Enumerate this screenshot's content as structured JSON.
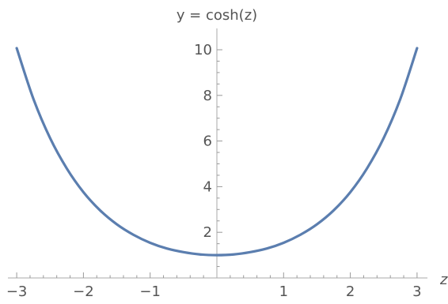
{
  "chart_data": {
    "type": "line",
    "title": "",
    "xlabel": "z",
    "ylabel": "y = cosh(z)",
    "xlim": [
      -3.05,
      3.05
    ],
    "ylim": [
      0,
      10.5
    ],
    "x_ticks": [
      -3,
      -2,
      -1,
      1,
      2,
      3
    ],
    "x_tick_labels": [
      "−3",
      "−2",
      "−1",
      "1",
      "2",
      "3"
    ],
    "y_ticks": [
      2,
      4,
      6,
      8,
      10
    ],
    "y_tick_labels": [
      "2",
      "4",
      "6",
      "8",
      "10"
    ],
    "grid": false,
    "series": [
      {
        "color": "#5b7eaf",
        "x": [
          -3,
          -2.75,
          -2.5,
          -2.25,
          -2,
          -1.75,
          -1.5,
          -1.25,
          -1,
          -0.75,
          -0.5,
          -0.25,
          0,
          0.25,
          0.5,
          0.75,
          1,
          1.25,
          1.5,
          1.75,
          2,
          2.25,
          2.5,
          2.75,
          3
        ],
        "y": [
          10.07,
          7.85,
          6.13,
          4.8,
          3.76,
          2.96,
          2.35,
          1.89,
          1.54,
          1.29,
          1.13,
          1.03,
          1.0,
          1.03,
          1.13,
          1.29,
          1.54,
          1.89,
          2.35,
          2.96,
          3.76,
          4.8,
          6.13,
          7.85,
          10.07
        ]
      }
    ]
  }
}
